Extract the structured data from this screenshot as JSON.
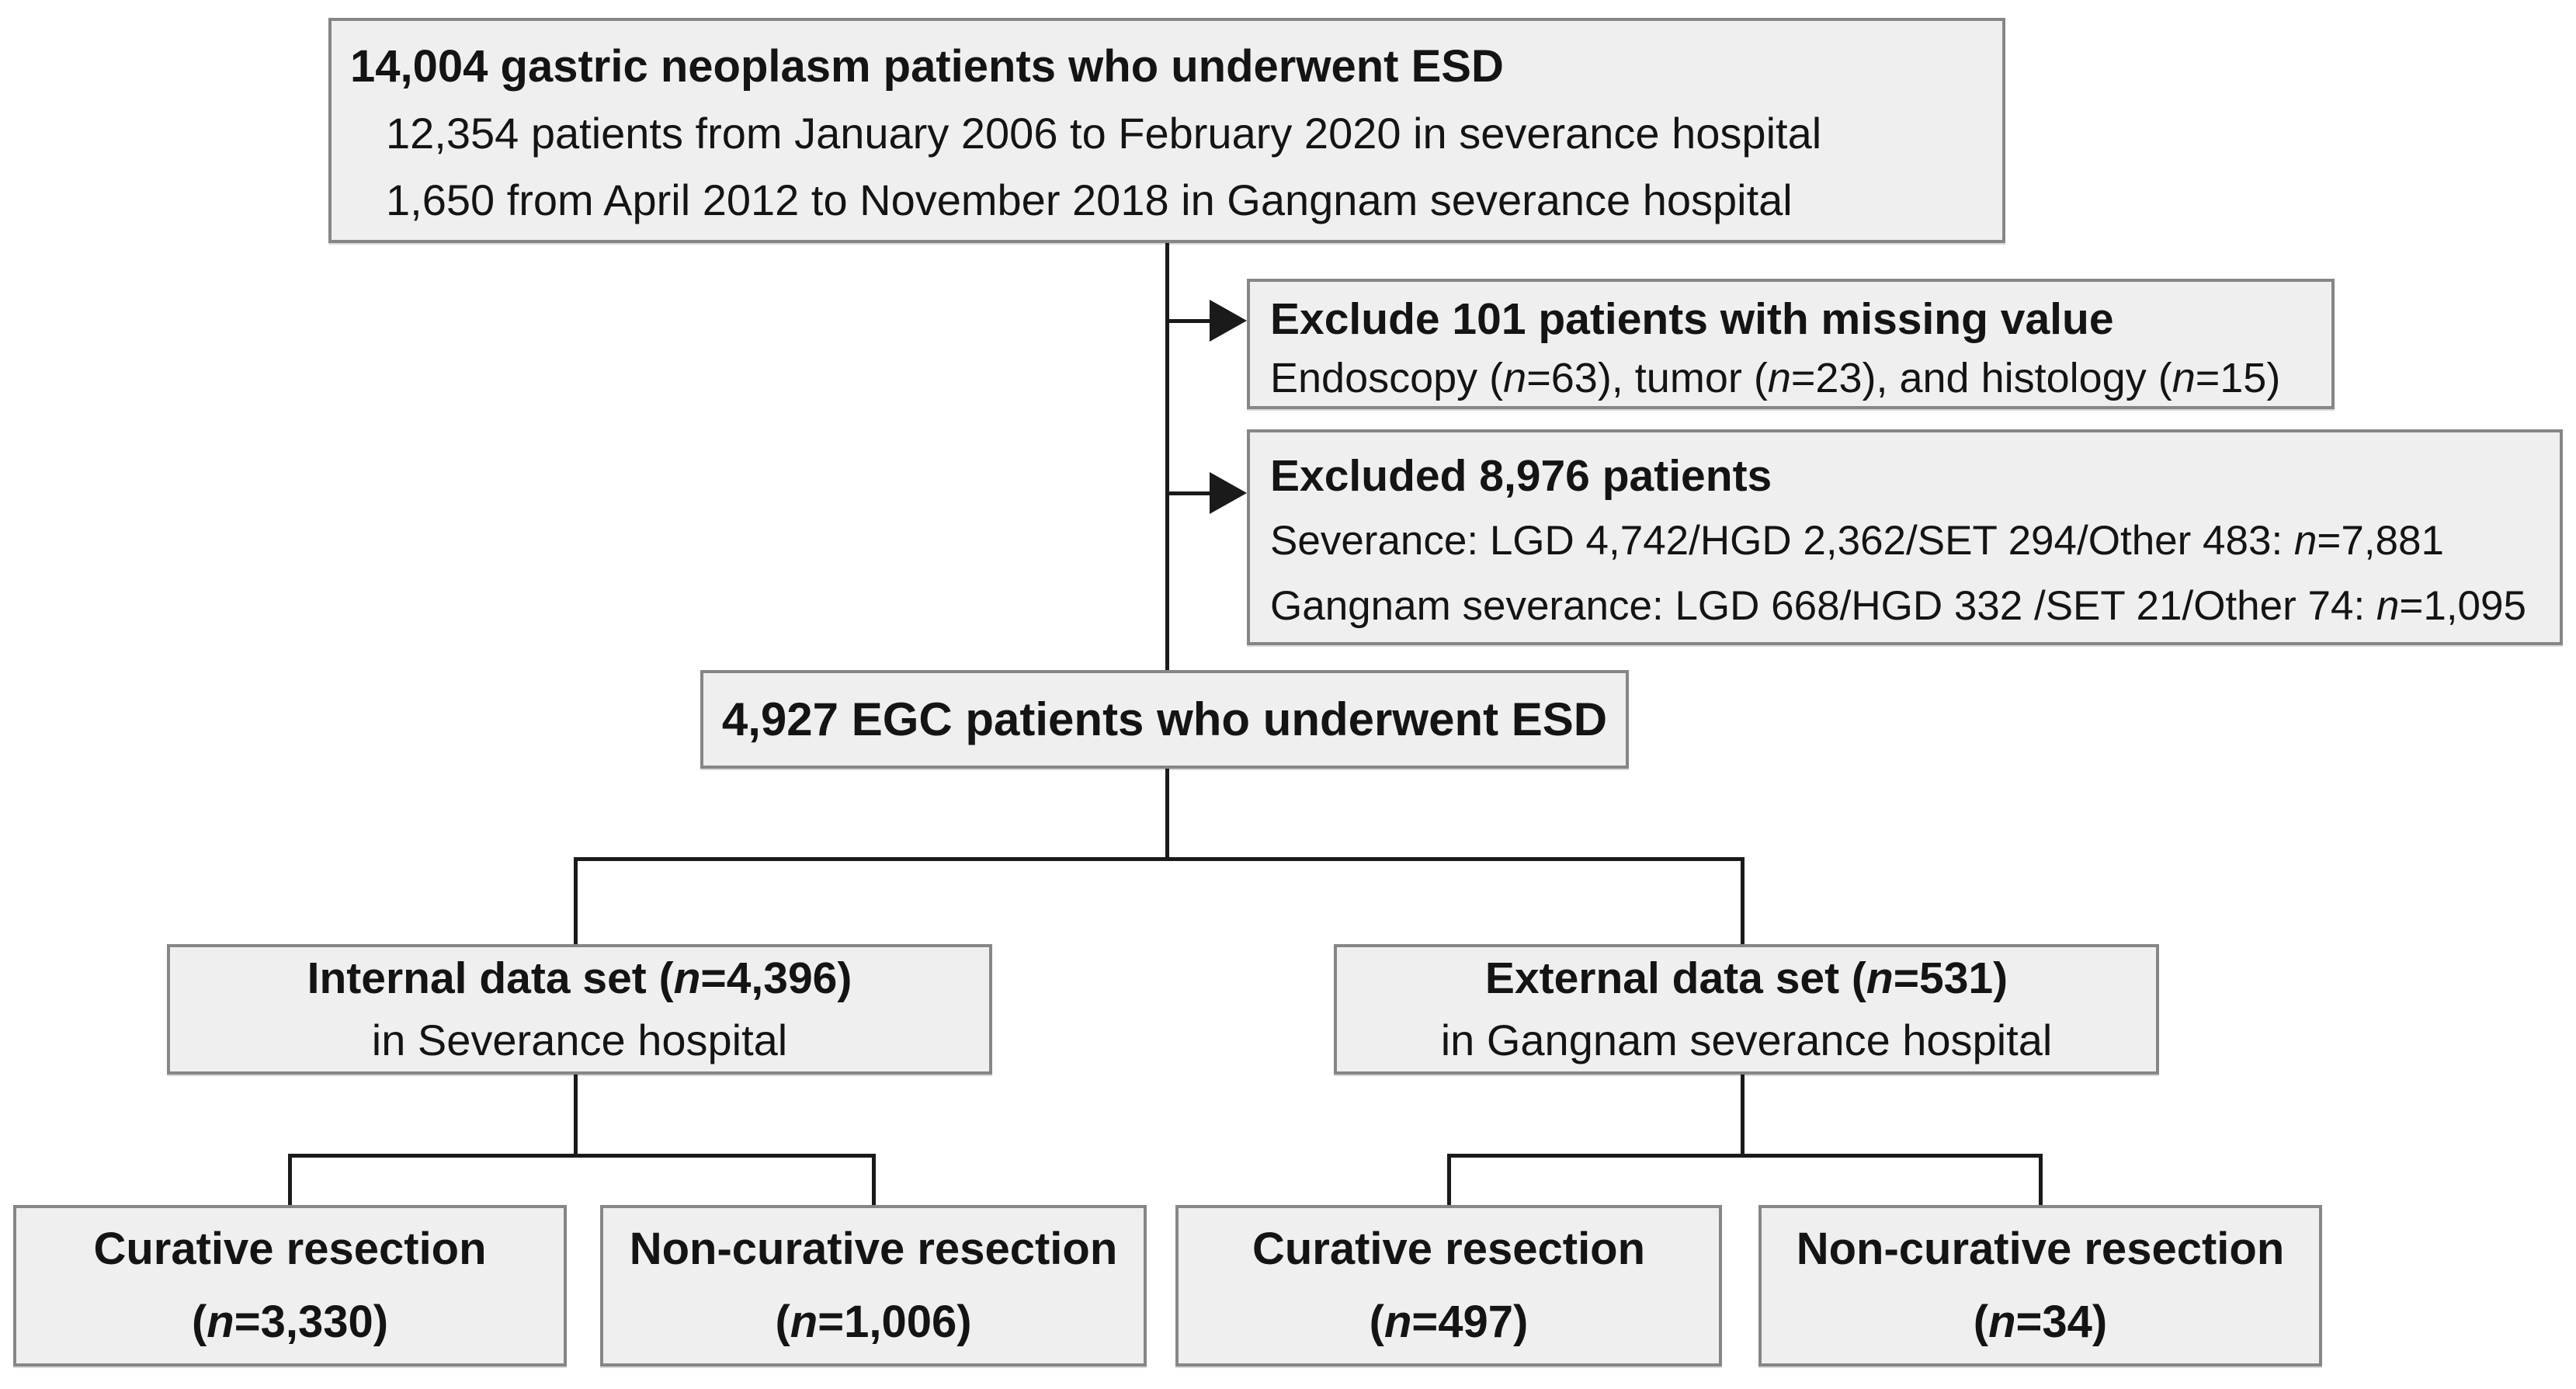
{
  "theme": {
    "box-fill": "#efefef",
    "box-border": "#868686",
    "line-color": "#1a1a1a",
    "text-color": "#141414",
    "background": "#ffffff"
  },
  "nodes": {
    "source": {
      "title": "14,004 gastric neoplasm patients who underwent ESD",
      "line1": "12,354 patients from January 2006 to February 2020 in severance hospital",
      "line2": "1,650 from April 2012 to November 2018 in Gangnam severance hospital"
    },
    "exclude_missing": {
      "title": "Exclude 101 patients with missing value",
      "detail": "Endoscopy (n=63), tumor (n=23), and histology (n=15)"
    },
    "exclude_patients": {
      "title": "Excluded 8,976 patients",
      "line1": "Severance: LGD 4,742/HGD 2,362/SET 294/Other 483: n=7,881",
      "line2": "Gangnam severance: LGD 668/HGD 332 /SET 21/Other 74: n=1,095"
    },
    "egc": {
      "title": "4,927 EGC patients who underwent ESD"
    },
    "internal": {
      "title": "Internal data set (n=4,396)",
      "subtitle": "in Severance hospital"
    },
    "external": {
      "title": "External data set (n=531)",
      "subtitle": "in Gangnam severance hospital"
    },
    "internal_curative": {
      "title": "Curative resection",
      "count": "(n=3,330)"
    },
    "internal_noncurative": {
      "title": "Non-curative resection",
      "count": "(n=1,006)"
    },
    "external_curative": {
      "title": "Curative resection",
      "count": "(n=497)"
    },
    "external_noncurative": {
      "title": "Non-curative resection",
      "count": "(n=34)"
    }
  }
}
